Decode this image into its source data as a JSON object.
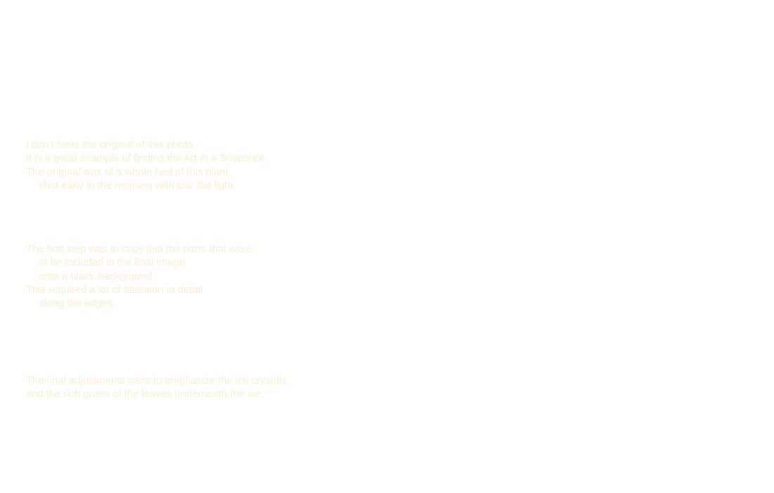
{
  "theme": {
    "background": "#ffffff",
    "text_color": "#fcefd2"
  },
  "paragraphs": [
    {
      "lines": [
        {
          "text": "I don't have the original of this photo.",
          "indent": false
        },
        {
          "text": "It is a good example of finding the Art in a Snapshot.",
          "indent": false
        },
        {
          "text": "The original was of a whole bed of this plant,",
          "indent": false
        },
        {
          "text": "shot early in the morning with low, flat light.",
          "indent": true
        }
      ]
    },
    {
      "lines": [
        {
          "text": "The first step was to copy just the parts that were",
          "indent": false
        },
        {
          "text": "to be included in the final image",
          "indent": true
        },
        {
          "text": "onto a black background.",
          "indent": true
        },
        {
          "text": "This required a lot of attention to detail",
          "indent": false
        },
        {
          "text": "along the edges.",
          "indent": true
        }
      ]
    },
    {
      "lines": [
        {
          "text": "The final adjustments were to emphasize the ice crystals",
          "indent": false
        },
        {
          "text": "and the rich green of the leaves underneath the ice.",
          "indent": false
        }
      ]
    }
  ]
}
